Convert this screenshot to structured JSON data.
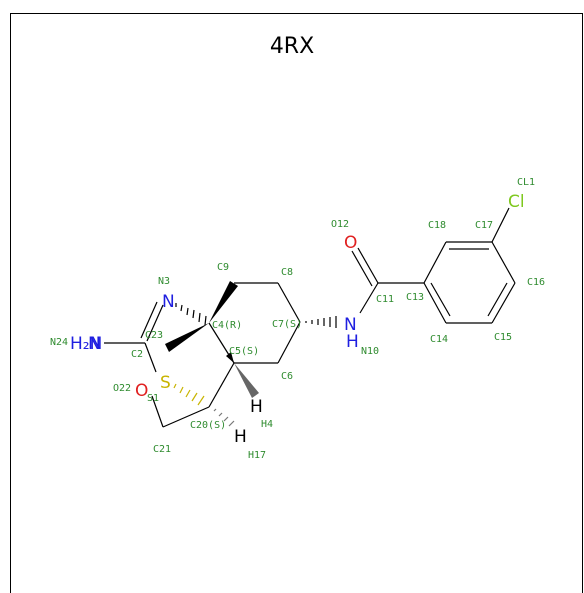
{
  "title": "4RX",
  "atoms": {
    "n24": "N24",
    "h2n": "H₂N",
    "n3_label": "N3",
    "n3": "N",
    "c9": "C9",
    "c8": "C8",
    "c23": "C23",
    "c4": "C4(R)",
    "c7": "C7(S)",
    "c5": "C5(S)",
    "c2": "C2",
    "o22": "O22",
    "o": "O",
    "s": "S",
    "s1": "S1",
    "c6": "C6",
    "h_a": "H",
    "h4": "H4",
    "c20": "C20(S)",
    "h_b": "H",
    "h17": "H17",
    "c21": "C21",
    "o12": "O12",
    "o_carbonyl": "O",
    "c11": "C11",
    "n": "N",
    "h": "H",
    "n10": "N10",
    "c13": "C13",
    "c18": "C18",
    "c17": "C17",
    "cl1": "CL1",
    "cl": "Cl",
    "c16": "C16",
    "c14": "C14",
    "c15": "C15"
  },
  "colors": {
    "carbon_label": "#2e8b2e",
    "nitrogen": "#1f1fe0",
    "oxygen": "#e02020",
    "sulfur": "#c8b400",
    "chlorine": "#7ec81e"
  }
}
